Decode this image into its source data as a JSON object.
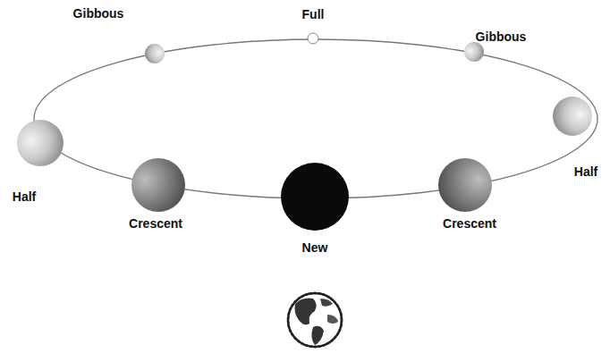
{
  "diagram": {
    "labels": [
      "Gibbous",
      "Full",
      "Gibbous",
      "Half",
      "Half",
      "Crescent",
      "New",
      "Crescent"
    ]
  }
}
